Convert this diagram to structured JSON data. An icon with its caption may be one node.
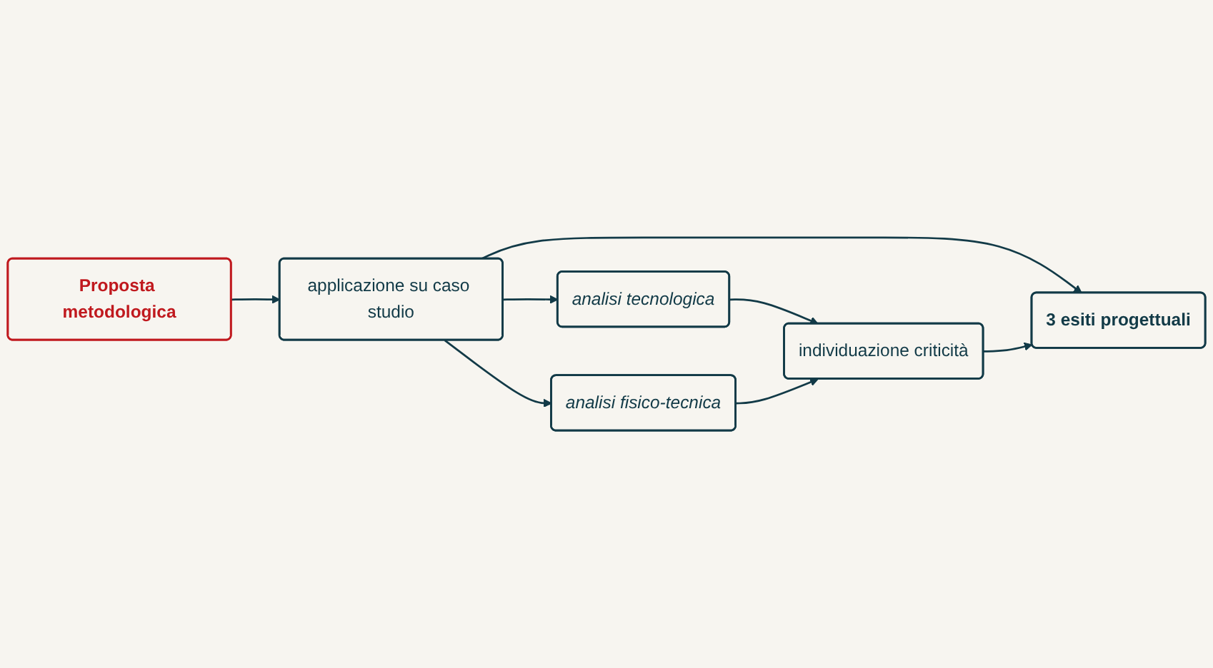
{
  "diagram": {
    "nodes": [
      {
        "text": [
          "Proposta metodologica"
        ]
      },
      {
        "text": [
          "applicazione su caso studio"
        ]
      },
      {
        "text": [
          "analisi tecnologica"
        ]
      },
      {
        "text": [
          "analisi fisico-tecnica"
        ]
      },
      {
        "text": [
          "individuazione criticità"
        ]
      },
      {
        "text": [
          "3 esiti progettuali"
        ]
      }
    ],
    "edges": [
      {
        "from": 0,
        "to": 1,
        "arrow": "to"
      },
      {
        "from": 1,
        "to": 2,
        "arrow": "to"
      },
      {
        "from": 1,
        "to": 3,
        "arrow": "to"
      },
      {
        "from": 2,
        "to": 4,
        "arrow": "to"
      },
      {
        "from": 3,
        "to": 4,
        "arrow": "to"
      },
      {
        "from": 1,
        "to": 5,
        "arrow": "to"
      },
      {
        "from": 4,
        "to": 5,
        "arrow": "to"
      }
    ]
  }
}
